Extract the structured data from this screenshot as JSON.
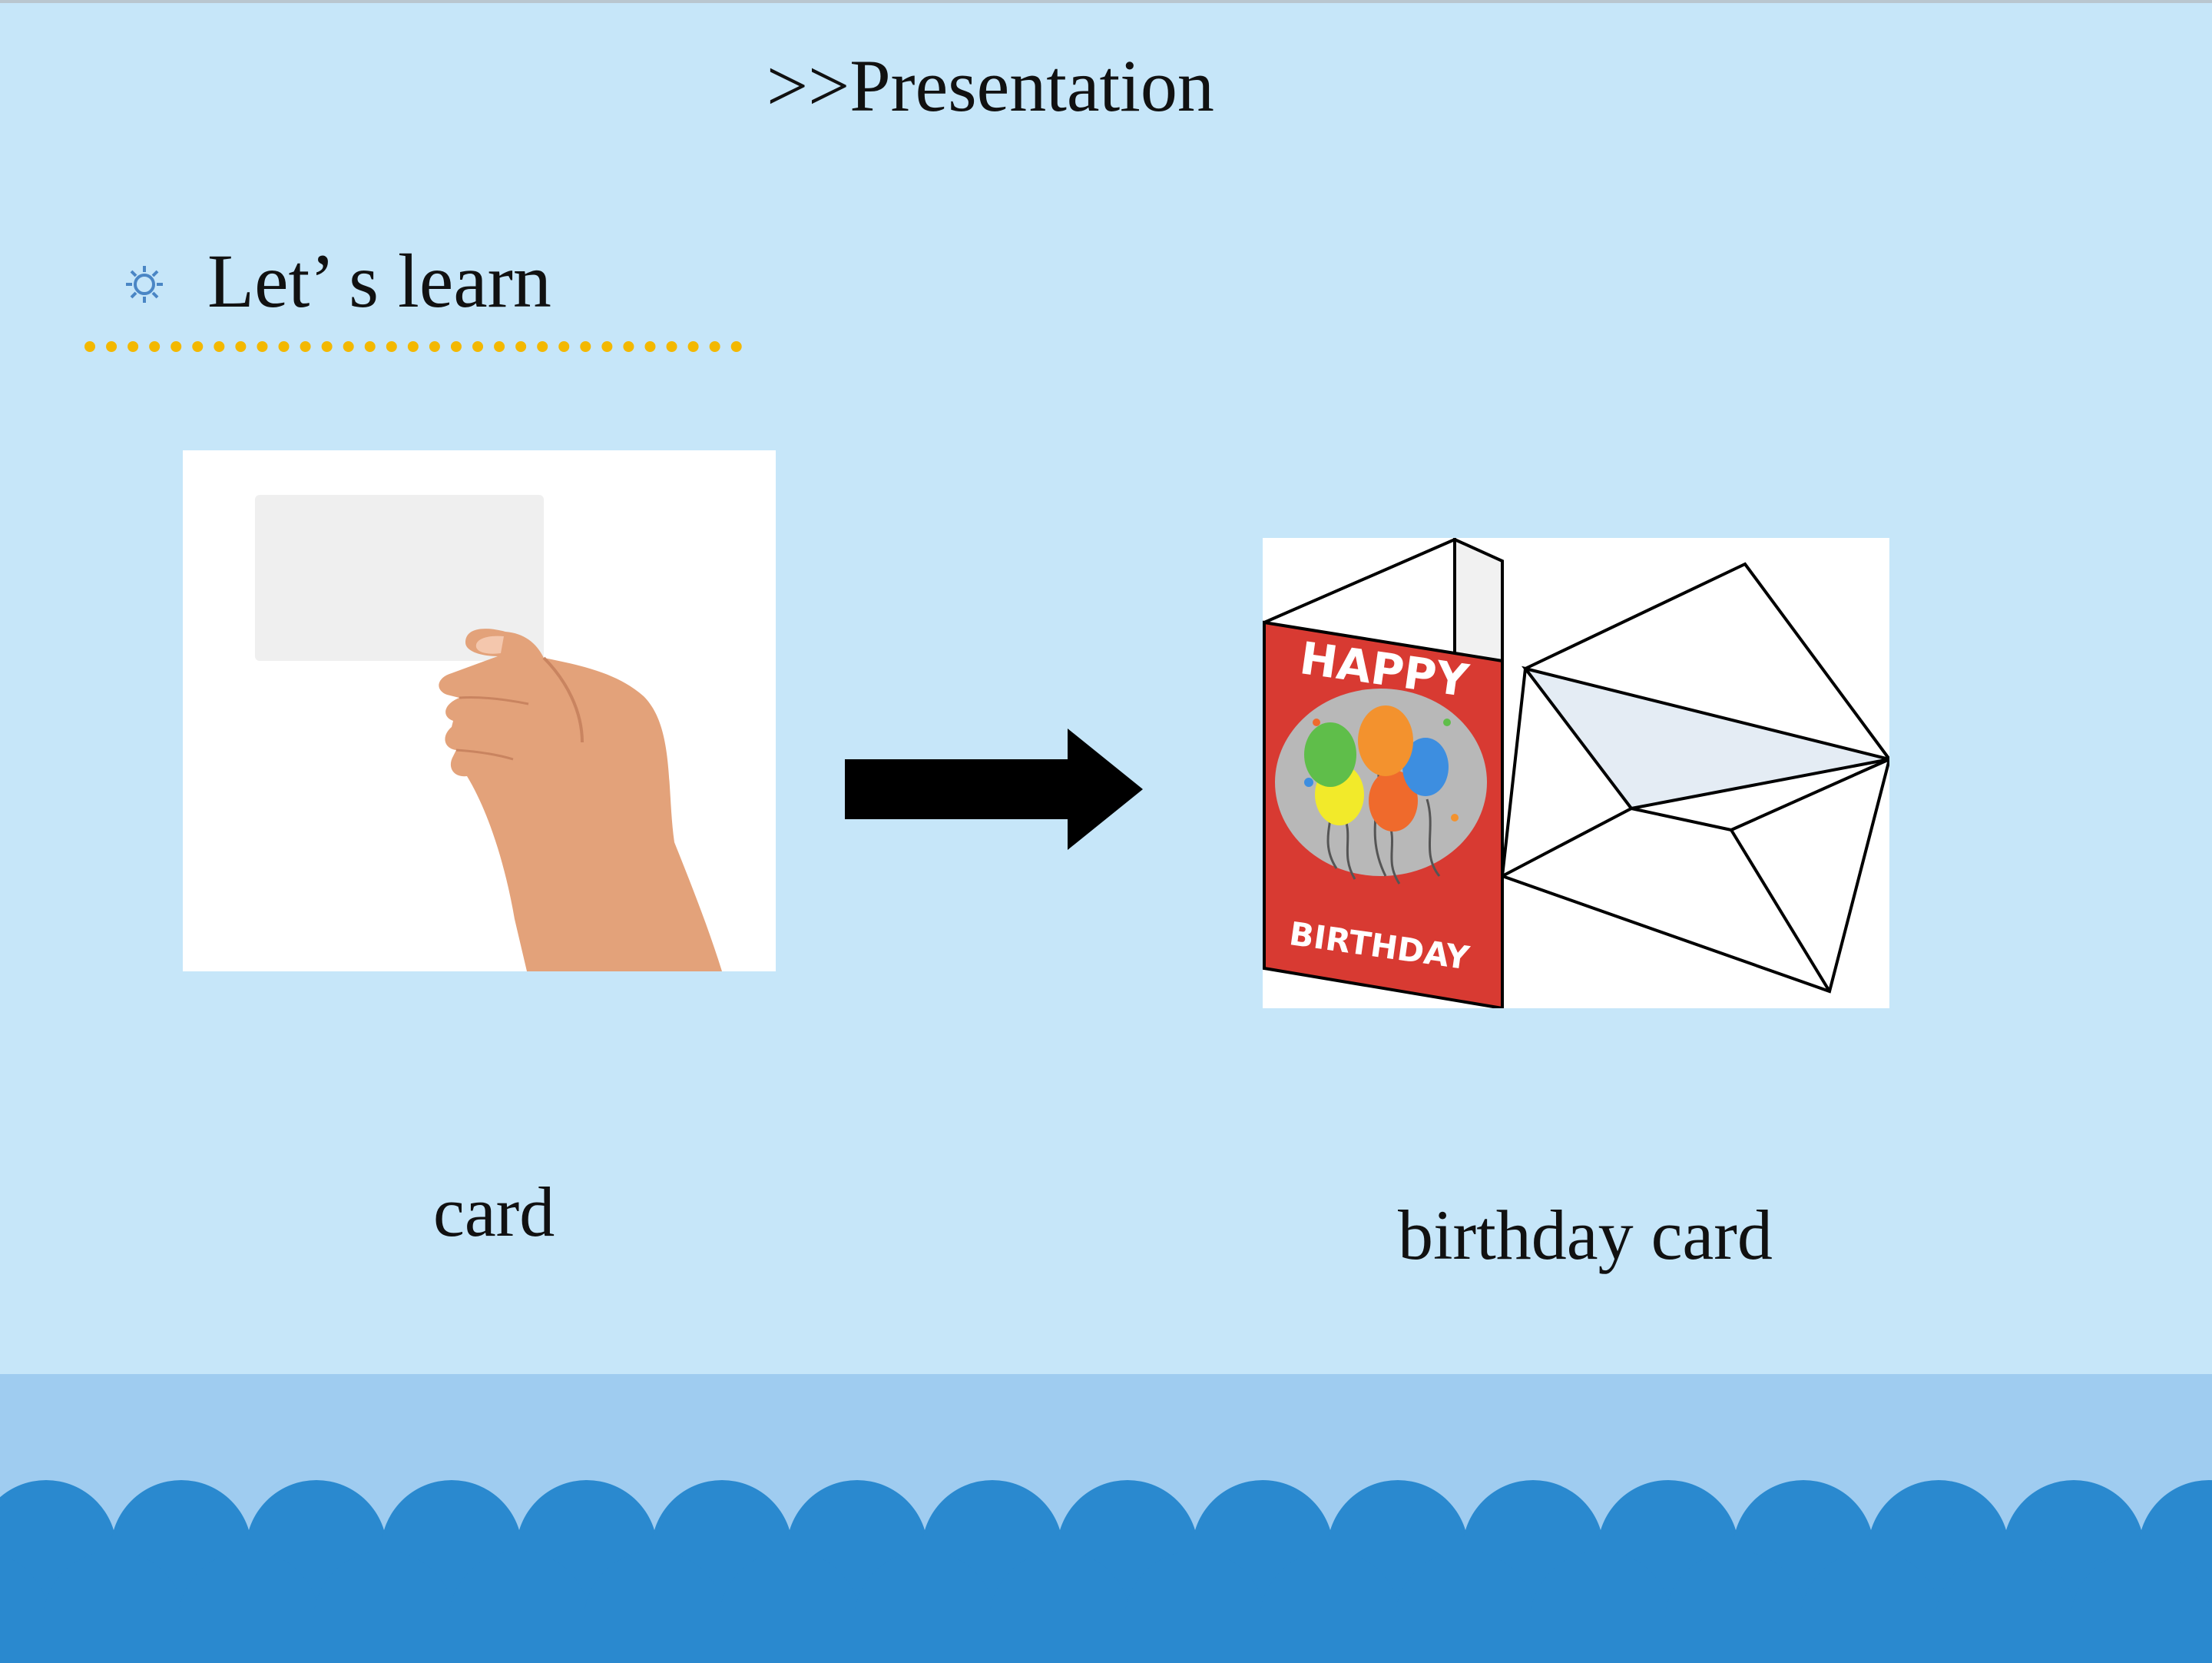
{
  "slide": {
    "header_title": ">>Presentation",
    "section_icon": "sun-icon",
    "section_title": "Let’  s learn",
    "left_image": {
      "icon": "hand-holding-card-photo"
    },
    "arrow_icon": "right-arrow-icon",
    "right_image": {
      "icon": "birthday-card-envelope-illustration",
      "card_line1": "HAPPY",
      "card_line2": "BIRTHDAY"
    },
    "caption_left": "card",
    "caption_right": "birthday card"
  },
  "colors": {
    "background": "#c6e6f9",
    "footer_band": "#9fccf0",
    "scallop": "#2a89cf",
    "dotted_line": "#f3b800",
    "card_red": "#d83a32",
    "text": "#111111"
  }
}
